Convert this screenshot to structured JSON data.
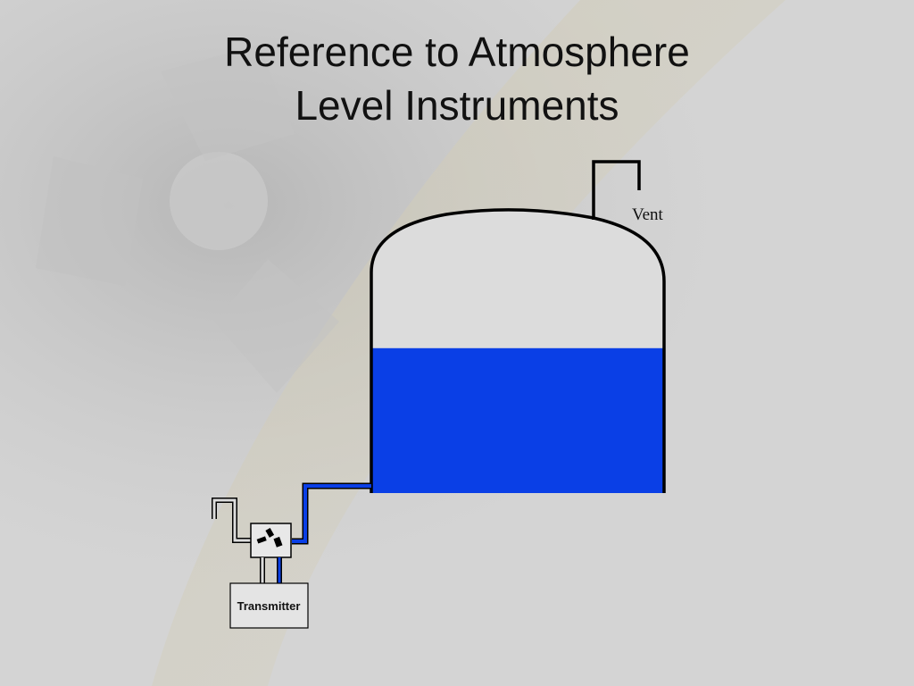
{
  "slide": {
    "title_line1": "Reference to Atmosphere",
    "title_line2": "Level Instruments"
  },
  "diagram": {
    "vent_label": "Vent",
    "transmitter_label": "Transmitter",
    "liquid_level_fraction": 0.52,
    "colors": {
      "liquid": "#0a3fe6",
      "outline": "#000000",
      "tubing": "#0a3fe6",
      "background": "#d4d4d4"
    }
  }
}
